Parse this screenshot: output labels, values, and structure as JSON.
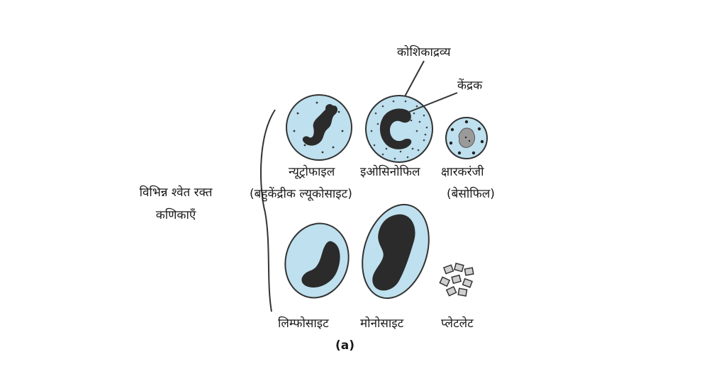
{
  "labels": {
    "cytoplasm": "कोशिकाद्रव्य",
    "nucleus": "केंद्रक",
    "group_title_line1": "विभिन्न श्वेत रक्त",
    "group_title_line2": "कणिकाएँ",
    "neutrophil": "न्यूट्रोफाइल",
    "eosinophil": "इओसिनोफिल",
    "basophil": "क्षारकरंजी",
    "polymorph_note": "(बहुकेंद्रीक ल्यूकोसाइट)",
    "basophil_alt": "(बेसोफिल)",
    "lymphocyte": "लिम्फोसाइट",
    "monocyte": "मोनोसाइट",
    "platelet": "प्लेटलेट",
    "figure_caption": "(a)"
  },
  "colors": {
    "cell_fill": "#bfe0ee",
    "nucleus_fill": "#2b2b2b",
    "outline": "#333333",
    "background": "#ffffff"
  }
}
